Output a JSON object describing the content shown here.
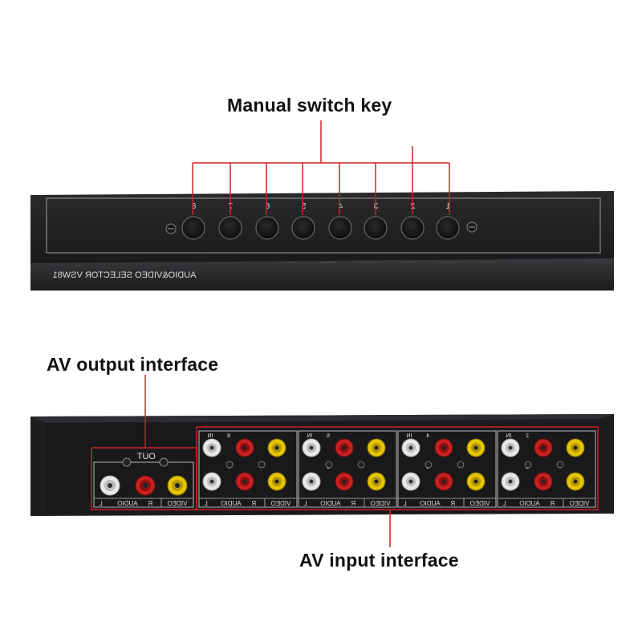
{
  "callouts": {
    "switch_key": "Manual switch key",
    "av_output": "AV output interface",
    "av_input": "AV input interface"
  },
  "front_panel": {
    "model_label": "AUDIO&VIDEO SELECTOR  VSW81",
    "button_numbers": [
      "8",
      "7",
      "6",
      "5",
      "4",
      "3",
      "2",
      "1"
    ]
  },
  "rear_panel": {
    "out_label": "OUT",
    "out_bottom_labels": [
      "L",
      "AUDIO",
      "R",
      "VIDEO"
    ],
    "input_groups": [
      {
        "in_label": "IN",
        "top_number": "8",
        "bottom_number": "7"
      },
      {
        "in_label": "IN",
        "top_number": "6",
        "bottom_number": "5"
      },
      {
        "in_label": "IN",
        "top_number": "4",
        "bottom_number": "3"
      },
      {
        "in_label": "IN",
        "top_number": "2",
        "bottom_number": "1"
      }
    ],
    "input_bottom_labels": [
      "L",
      "AUDIO",
      "R",
      "VIDEO"
    ]
  },
  "colors": {
    "callout_line": "#cc2222",
    "device_body": "#1b1b1d",
    "jack_white": "#e8e8e8",
    "jack_red": "#c82020",
    "jack_yellow": "#e6c400"
  }
}
